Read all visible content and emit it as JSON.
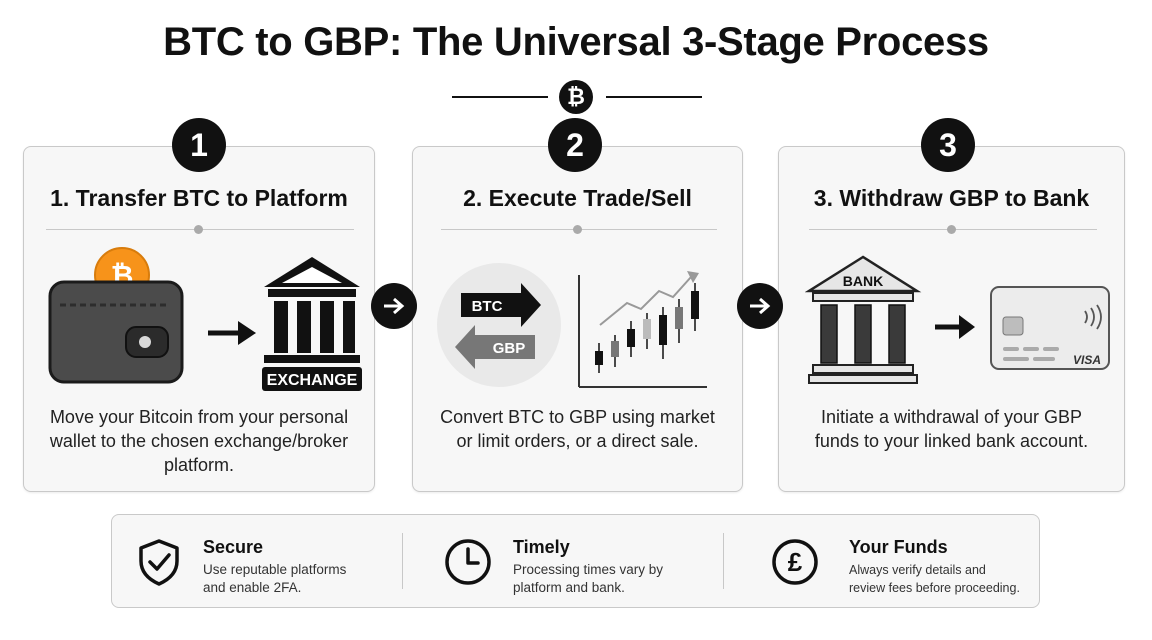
{
  "title": "BTC to GBP: The Universal 3-Stage Process",
  "divider_symbol": "₿",
  "steps": [
    {
      "number": "1",
      "title": "1. Transfer BTC to Platform",
      "description": "Move your Bitcoin from your personal wallet to the chosen exchange/broker platform.",
      "coin_symbol": "₿",
      "exchange_label": "EXCHANGE",
      "icons": [
        "wallet-icon",
        "bitcoin-coin-icon",
        "arrow-right-icon",
        "exchange-building-icon"
      ]
    },
    {
      "number": "2",
      "title": "2. Execute Trade/Sell",
      "description": "Convert BTC to GBP using market or limit orders, or a direct sale.",
      "btc_label": "BTC",
      "gbp_label": "GBP",
      "icons": [
        "swap-arrows-icon",
        "candlestick-chart-icon"
      ]
    },
    {
      "number": "3",
      "title": "3. Withdraw GBP to Bank",
      "description": "Initiate a withdrawal of your GBP funds to your linked bank account.",
      "bank_label": "BANK",
      "card_brand": "VISA",
      "icons": [
        "bank-building-icon",
        "arrow-right-icon",
        "bank-card-icon"
      ]
    }
  ],
  "tips": [
    {
      "title": "Secure",
      "text": [
        "Use reputable platforms",
        "and enable 2FA."
      ],
      "icon": "shield-check-icon"
    },
    {
      "title": "Timely",
      "text": [
        "Processing times vary by",
        "platform and bank."
      ],
      "icon": "clock-icon"
    },
    {
      "title": "Your Funds",
      "text": [
        "Always verify details and",
        "review fees before proceeding."
      ],
      "icon": "pound-icon"
    }
  ],
  "colors": {
    "ink": "#111111",
    "coin": "#f7931a",
    "card_bg": "#f7f7f7",
    "border": "#c9c9c9"
  }
}
